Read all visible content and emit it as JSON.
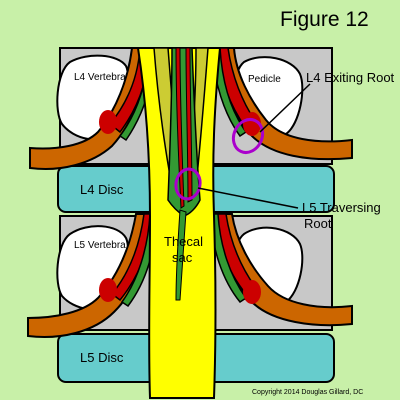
{
  "figure_title": "Figure 12",
  "labels": {
    "l4_vertebra": "L4 Vertebra",
    "pedicle": "Pedicle",
    "l4_exiting_root": "L4 Exiting Root",
    "l4_disc": "L4 Disc",
    "l5_traversing_root_line1": "L5 Traversing",
    "l5_traversing_root_line2": "Root",
    "l5_vertebra": "L5 Vertebra",
    "thecal_sac_line1": "Thecal",
    "thecal_sac_line2": "sac",
    "l5_disc": "L5 Disc",
    "copyright": "Copyright 2014 Douglas Gillard, DC"
  },
  "colors": {
    "background": "#c8f0a8",
    "vertebra": "#c8c8c8",
    "disc": "#66cccc",
    "thecal_sac": "#ffff00",
    "root_orange": "#cc6600",
    "root_red": "#cc0000",
    "root_green": "#339933",
    "root_olive": "#cccc33",
    "highlight": "#aa00cc"
  }
}
